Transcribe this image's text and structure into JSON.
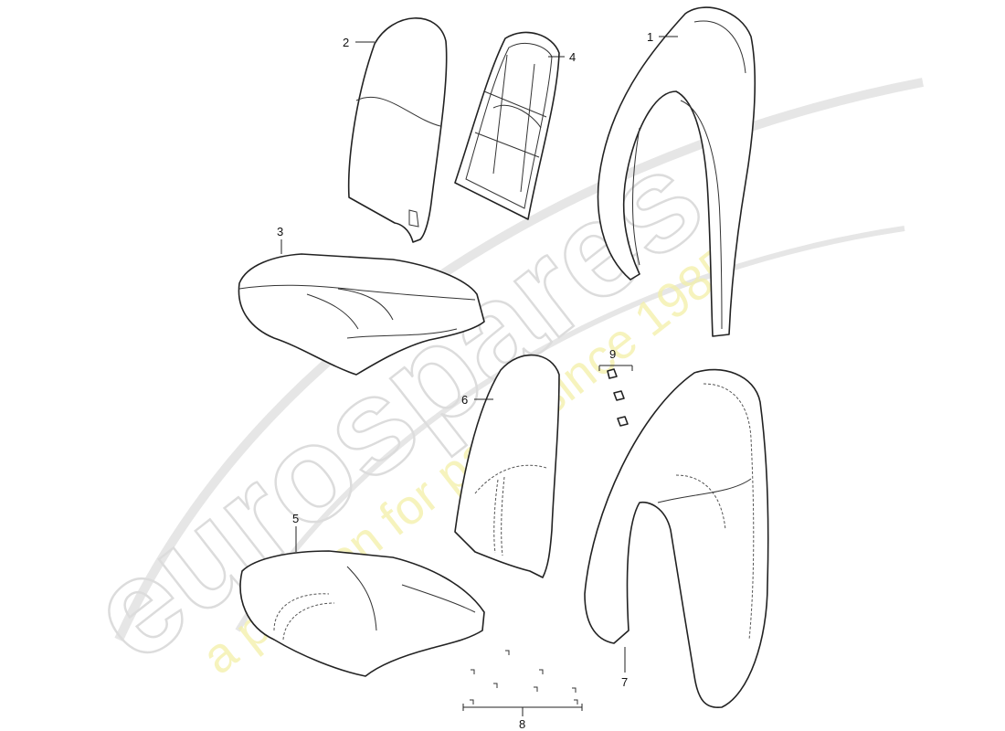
{
  "watermark": {
    "logo_text": "eurospares",
    "tagline": "a passion for parts since 1985",
    "logo_color": "#dcdcdc",
    "tagline_color": "#f3f0a8"
  },
  "callouts": {
    "c1": "1",
    "c2": "2",
    "c3": "3",
    "c4": "4",
    "c5": "5",
    "c6": "6",
    "c7": "7",
    "c8": "8",
    "c9": "9"
  }
}
